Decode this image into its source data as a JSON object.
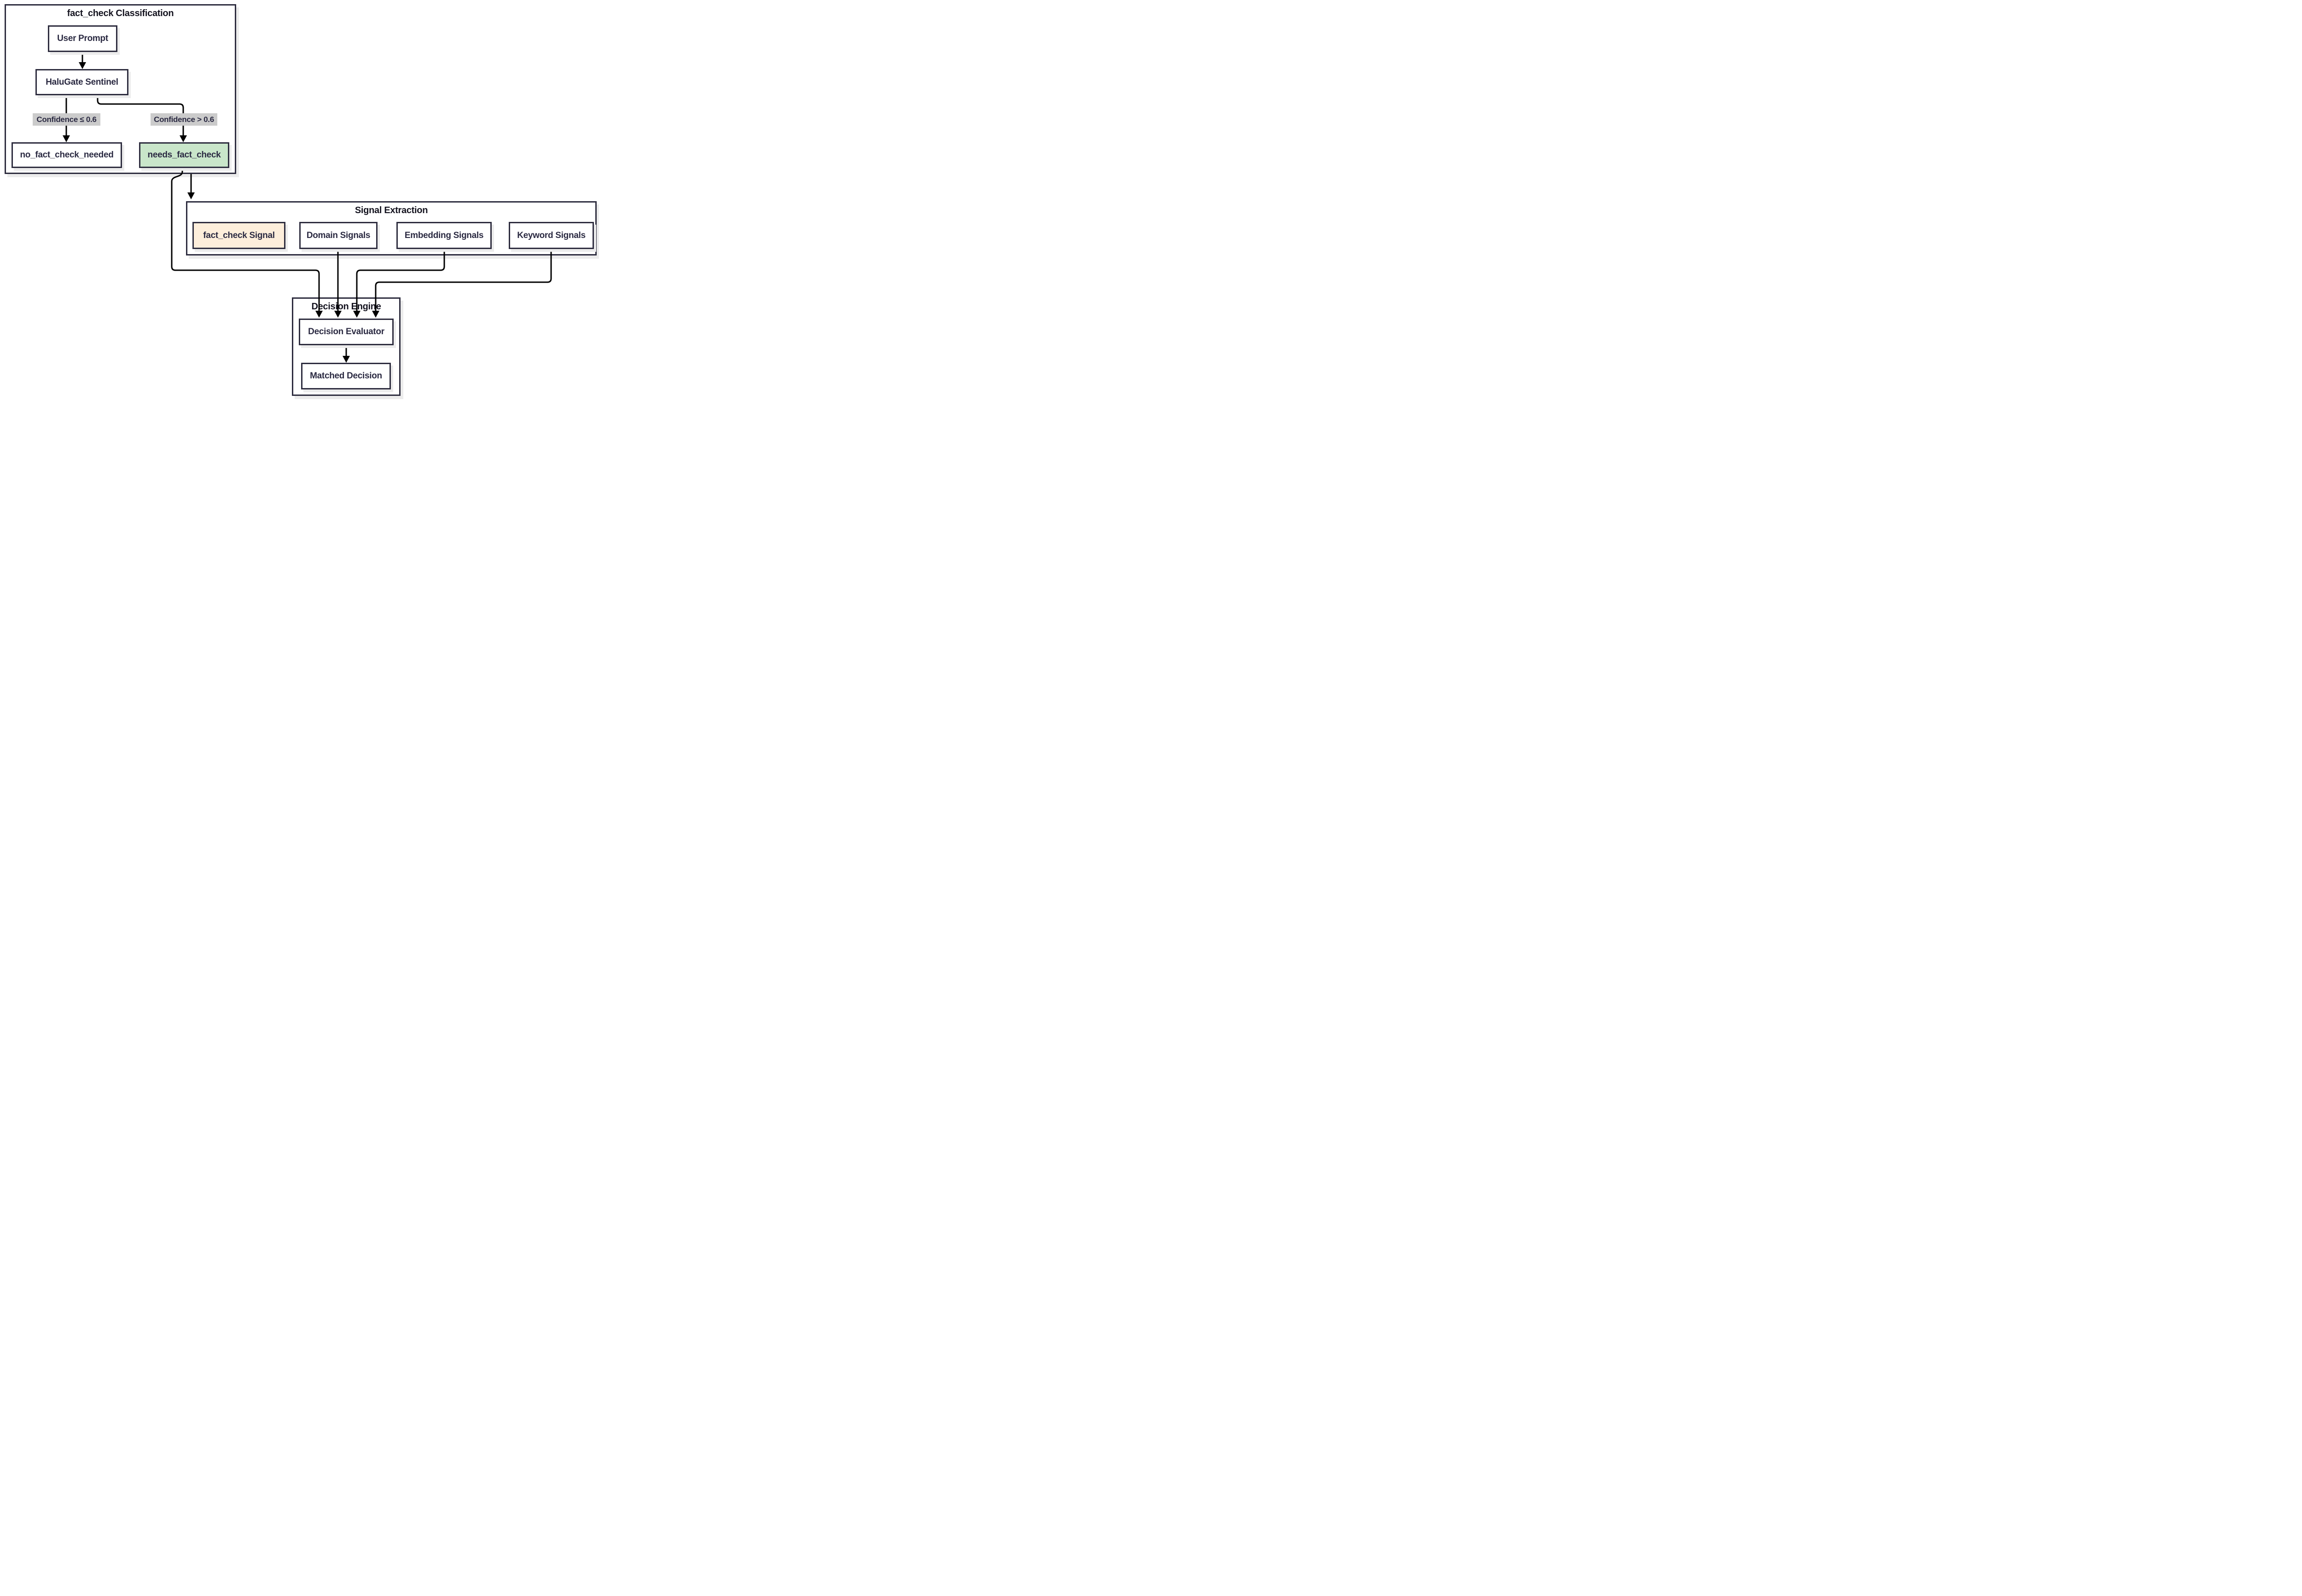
{
  "groups": {
    "classification": {
      "title": "fact_check Classification"
    },
    "signal_extraction": {
      "title": "Signal Extraction"
    },
    "decision_engine": {
      "title": "Decision Engine"
    }
  },
  "nodes": {
    "user_prompt": {
      "label": "User Prompt"
    },
    "halugate_sentinel": {
      "label": "HaluGate Sentinel"
    },
    "no_fact_check_needed": {
      "label": "no_fact_check_needed"
    },
    "needs_fact_check": {
      "label": "needs_fact_check"
    },
    "fact_check_signal": {
      "label": "fact_check Signal"
    },
    "domain_signals": {
      "label": "Domain Signals"
    },
    "embedding_signals": {
      "label": "Embedding Signals"
    },
    "keyword_signals": {
      "label": "Keyword Signals"
    },
    "decision_evaluator": {
      "label": "Decision Evaluator"
    },
    "matched_decision": {
      "label": "Matched Decision"
    }
  },
  "edge_labels": {
    "low_confidence": {
      "label": "Confidence ≤ 0.6"
    },
    "high_confidence": {
      "label": "Confidence > 0.6"
    }
  },
  "colors": {
    "node_border": "#2e2d3f",
    "node_fill": "#ffffff",
    "highlight_green": "#c9e6ca",
    "highlight_peach": "#fdeedb",
    "edge_label_bg": "#cbcbcb",
    "edge_line": "#000000",
    "text": "#2b2a42",
    "shadow": "#ececec"
  }
}
